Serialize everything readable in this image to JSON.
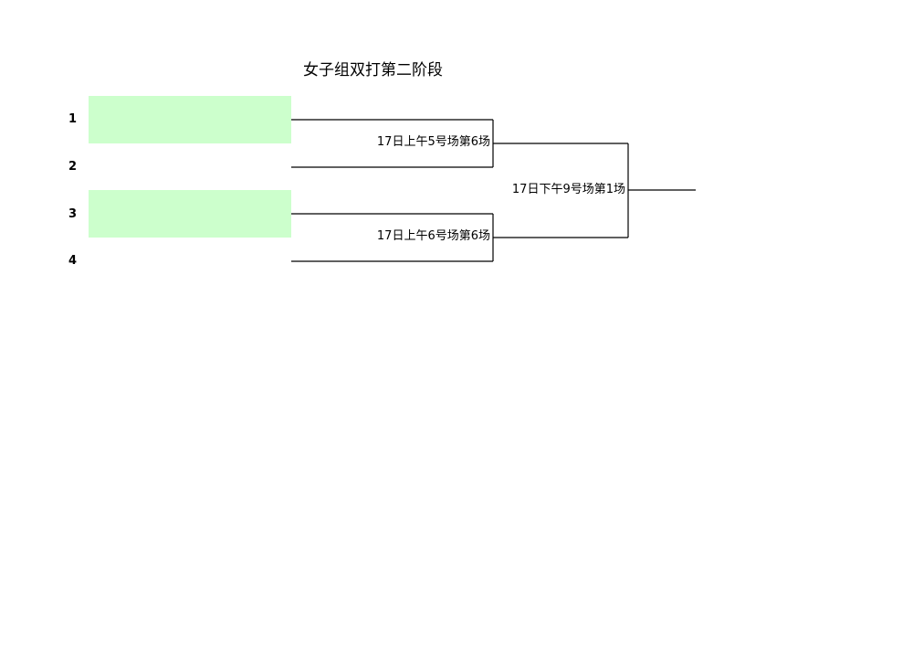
{
  "title": "女子组双打第二阶段",
  "colors": {
    "slot_highlight": "#ccffcc",
    "line": "#000000"
  },
  "seeds": [
    {
      "number": "1",
      "highlighted": true
    },
    {
      "number": "2",
      "highlighted": false
    },
    {
      "number": "3",
      "highlighted": true
    },
    {
      "number": "4",
      "highlighted": false
    }
  ],
  "matches": {
    "semifinal_1": "17日上午5号场第6场",
    "semifinal_2": "17日上午6号场第6场",
    "final": "17日下午9号场第1场"
  }
}
